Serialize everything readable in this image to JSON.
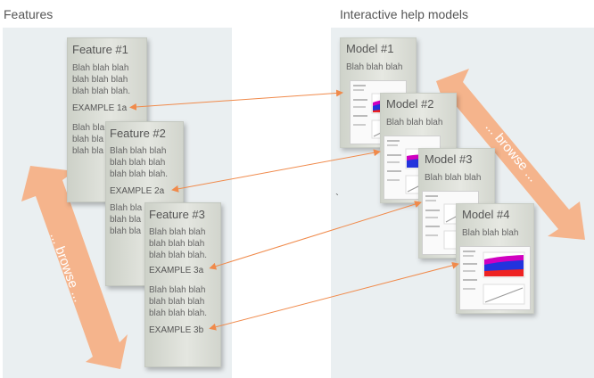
{
  "columns": {
    "features_title": "Features",
    "models_title": "Interactive help models"
  },
  "features": [
    {
      "title": "Feature #1",
      "lines": [
        "Blah blah blah",
        "blah blah blah",
        "blah blah blah."
      ],
      "example": "EXAMPLE 1a",
      "lines2": [
        "Blah bla",
        "blah bla",
        "blah bla"
      ]
    },
    {
      "title": "Feature #2",
      "lines": [
        "Blah blah blah",
        "blah blah blah",
        "blah blah blah."
      ],
      "example": "EXAMPLE 2a",
      "lines2": [
        "Blah bla",
        "blah bla",
        "blah bla"
      ]
    },
    {
      "title": "Feature #3",
      "lines": [
        "Blah blah blah",
        "blah blah blah",
        "blah blah blah."
      ],
      "example": "EXAMPLE 3a",
      "lines2": [
        "Blah blah blah",
        "blah blah blah",
        "blah blah blah."
      ],
      "example2": "EXAMPLE 3b"
    }
  ],
  "models": [
    {
      "title": "Model #1",
      "text": "Blah blah blah"
    },
    {
      "title": "Model #2",
      "text": "Blah blah blah"
    },
    {
      "title": "Model #3",
      "text": "Blah blah blah"
    },
    {
      "title": "Model #4",
      "text": "Blah blah blah"
    }
  ],
  "browse": {
    "left_label": "... browse ...",
    "right_label": "... browse ..."
  },
  "stray_mark": "`",
  "colors": {
    "arrow": "#f08a4b",
    "browse_arrow": "#f5b48c",
    "panel": "#eaeff1"
  }
}
